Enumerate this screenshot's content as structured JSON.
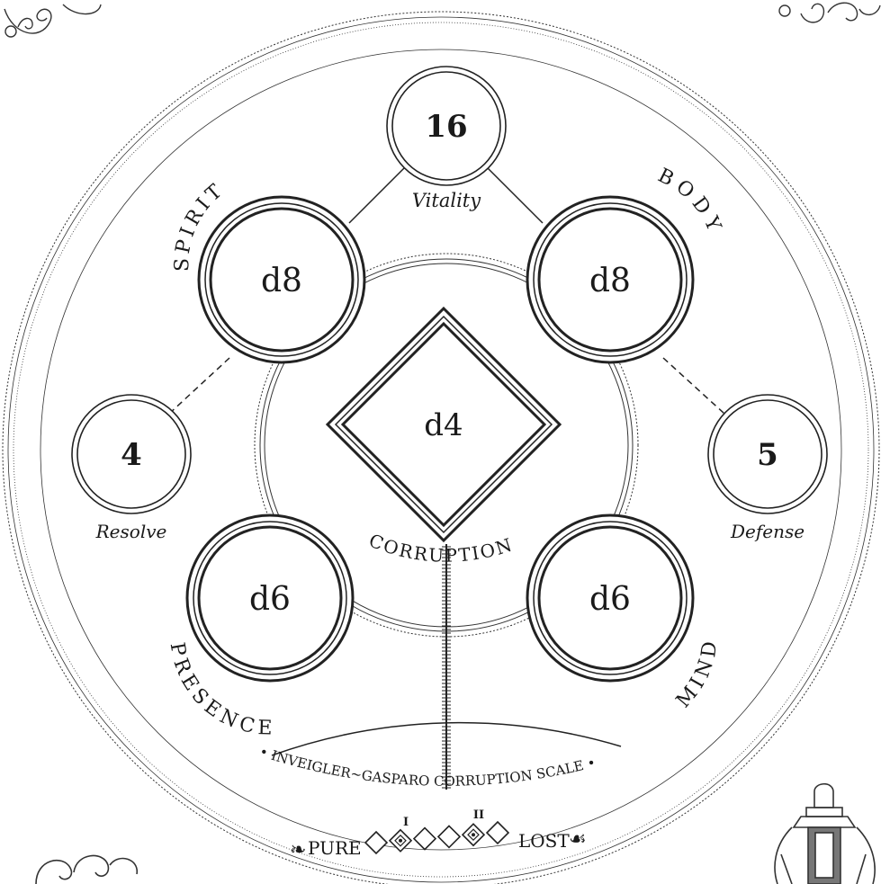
{
  "vitality": {
    "value": "16",
    "label": "Vitality"
  },
  "attributes": {
    "spirit": {
      "label": "SPIRIT",
      "die": "d8"
    },
    "body": {
      "label": "BODY",
      "die": "d8"
    },
    "presence": {
      "label": "PRESENCE",
      "die": "d6"
    },
    "mind": {
      "label": "MIND",
      "die": "d6"
    }
  },
  "resolve": {
    "value": "4",
    "label": "Resolve"
  },
  "defense": {
    "value": "5",
    "label": "Defense"
  },
  "corruption": {
    "die": "d4",
    "label": "CORRUPTION"
  },
  "scale": {
    "title": "• INVEIGLER~GASPARO CORRUPTION SCALE •",
    "pure": "PURE",
    "lost": "LOST",
    "marker_1": "I",
    "marker_2": "II",
    "pure_flourish": "❧",
    "lost_flourish": "☙",
    "marked_boxes": [
      2,
      5
    ],
    "box_count": 6
  },
  "icons": [
    "flourish-icon",
    "lantern-icon"
  ]
}
